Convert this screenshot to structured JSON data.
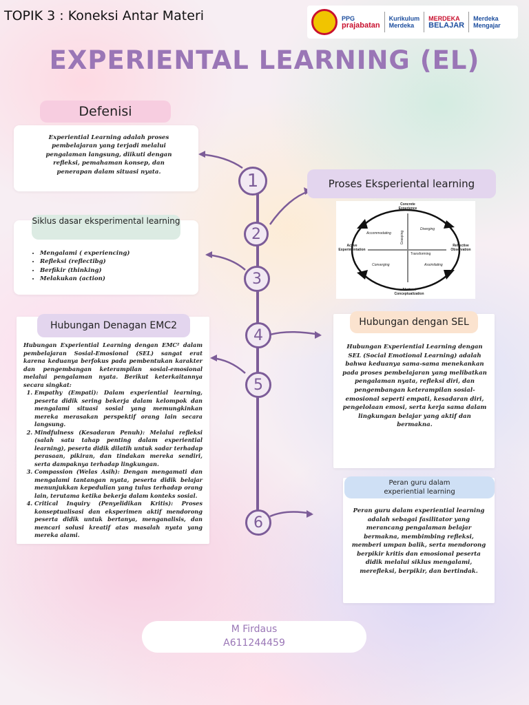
{
  "header": {
    "topic": "TOPIK 3 : Koneksi Antar Materi",
    "title": "EXPERIENTAL LEARNING (EL)",
    "logos": {
      "ppg_top": "PPG",
      "ppg_bottom": "prajabatan",
      "kurikulum_top": "Kurikulum",
      "kurikulum_bottom": "Merdeka",
      "merdeka_belajar_top": "MERDEKA",
      "merdeka_belajar_bottom": "BELAJAR",
      "merdeka_mengajar_top": "Merdeka",
      "merdeka_mengajar_bottom": "Mengajar"
    }
  },
  "definisi": {
    "heading": "Defenisi",
    "text": "Experiential Learning adalah proses pembelajaran yang terjadi melalui pengalaman langsung, diikuti dengan refleksi, pemahaman konsep, dan penerapan dalam situasi nyata."
  },
  "siklus": {
    "heading": "Siklus dasar eksperimental learning",
    "items": [
      "Mengalami ( experiencing)",
      "Refleksi (reflectibg)",
      "Berfikir (thinking)",
      "Melakukan (action)"
    ]
  },
  "proses": {
    "heading": "Proses Eksperiental learning",
    "diagram": {
      "top": [
        "Concrete",
        "Experience"
      ],
      "right": [
        "Reflective",
        "Observation"
      ],
      "bottom": [
        "Abstract",
        "Conceptualization"
      ],
      "left": [
        "Active",
        "Experimentation"
      ],
      "q_tl": "Accommodating",
      "q_tr": "Diverging",
      "q_bl": "Converging",
      "q_br": "Assimilating",
      "vert_axis": "Grasping",
      "horiz_axis": "Transforming"
    }
  },
  "emc2": {
    "heading": "Hubungan Denagan EMC2",
    "intro": "Hubungan Experiential Learning dengan EMC² dalam pembelajaran Sosial-Emosional (SEL) sangat erat karena keduanya berfokus pada pembentukan karakter dan pengembangan keterampilan sosial-emosional melalui pengalaman nyata. Berikut keterkaitannya secara singkat:",
    "items": [
      "Empathy (Empati): Dalam experiential learning, peserta didik sering bekerja dalam kelompok dan mengalami situasi sosial yang memungkinkan mereka merasakan perspektif orang lain secara langsung.",
      "Mindfulness (Kesadaran Penuh): Melalui refleksi (salah satu tahap penting dalam experiential learning), peserta didik dilatih untuk sadar terhadap perasaan, pikiran, dan tindakan mereka sendiri, serta dampaknya terhadap lingkungan.",
      "Compassion (Welas Asih): Dengan mengamati dan mengalami tantangan nyata, peserta didik belajar menunjukkan kepedulian yang tulus terhadap orang lain, terutama ketika bekerja dalam konteks sosial.",
      "Critical Inquiry (Penyelidikan Kritis): Proses konseptualisasi dan eksperimen aktif mendorong peserta didik untuk bertanya, menganalisis, dan mencari solusi kreatif atas masalah nyata yang mereka alami."
    ]
  },
  "sel": {
    "heading": "Hubungan dengan SEL",
    "text": "Hubungan Experiential Learning dengan SEL (Social Emotional Learning) adalah bahwa keduanya sama-sama menekankan pada proses pembelajaran yang melibatkan pengalaman nyata, refleksi diri, dan pengembangan keterampilan sosial-emosional seperti empati, kesadaran diri, pengelolaan emosi, serta kerja sama dalam lingkungan belajar yang aktif dan bermakna."
  },
  "peran": {
    "heading_line1": "Peran guru dalam",
    "heading_line2": "experiential learning",
    "text": "Peran guru dalam experiential learning adalah sebagai fasilitator yang merancang pengalaman belajar bermakna, membimbing refleksi, memberi umpan balik, serta mendorong berpikir kritis dan emosional peserta didik melalui siklus mengalami, merefleksi, berpikir, dan bertindak."
  },
  "timeline": {
    "numbers": [
      "1",
      "2",
      "3",
      "4",
      "5",
      "6"
    ]
  },
  "footer": {
    "name": "M Firdaus",
    "id": "A611244459"
  },
  "colors": {
    "title": "#9a76b6",
    "timeline": "#7c5c98",
    "pink_pill": "#f7cde0",
    "lilac_pill": "#e3d5ee",
    "green_pill": "#dcebe3",
    "peach_pill": "#fbe3cf",
    "blue_pill": "#cfe0f5"
  }
}
